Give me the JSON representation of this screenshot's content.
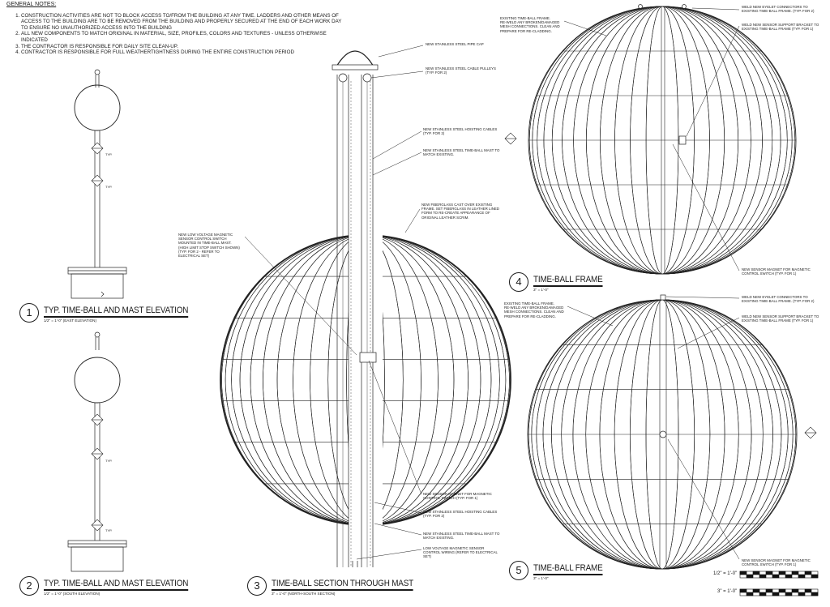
{
  "notes": {
    "header": "GENERAL NOTES:",
    "items": [
      "CONSTRUCTION ACTIVITIES ARE NOT TO BLOCK ACCESS TO/FROM THE BUILDING AT ANY TIME.  LADDERS AND OTHER MEANS OF ACCESS TO THE BUILDING ARE TO BE REMOVED FROM THE BUILDING AND PROPERLY SECURED AT THE END OF EACH WORK DAY TO ENSURE NO UNAUTHORIZED ACCESS INTO THE BUILDING",
      "ALL NEW COMPONENTS TO MATCH ORIGINAL IN MATERIAL, SIZE, PROFILES, COLORS AND TEXTURES - UNLESS OTHERWISE INDICATED",
      "THE CONTRACTOR IS RESPONSIBLE FOR DAILY SITE CLEAN-UP.",
      "CONTRACTOR IS RESPONSIBLE FOR FULL WEATHERTIGHTNESS DURING THE ENTIRE CONSTRUCTION PERIOD"
    ]
  },
  "details": {
    "d1": {
      "num": "1",
      "title": "TYP. TIME-BALL AND MAST ELEVATION",
      "scale": "1/2\" = 1'-0\"  (EAST ELEVATION)"
    },
    "d2": {
      "num": "2",
      "title": "TYP. TIME-BALL AND MAST ELEVATION",
      "scale": "1/2\" = 1'-0\"  (SOUTH ELEVATION)"
    },
    "d3": {
      "num": "3",
      "title": "TIME-BALL SECTION THROUGH MAST",
      "scale": "3\" = 1'-0\"  (NORTH-SOUTH SECTION)"
    },
    "d4": {
      "num": "4",
      "title": "TIME-BALL FRAME",
      "scale": "3\" = 1'-0\""
    },
    "d5": {
      "num": "5",
      "title": "TIME-BALL FRAME",
      "scale": "3\" = 1'-0\""
    }
  },
  "tags": {
    "typ": "TYP."
  },
  "labels": {
    "pipe_cap": "NEW STAINLESS STEEL PIPE CAP",
    "pulleys": "NEW STAINLESS STEEL CABLE PULLEYS\n(TYP. FOR 2)",
    "cables_top": "NEW STAINLESS STEEL HOISTING CABLES\n(TYP. FOR 2)",
    "mast_top": "NEW STAINLESS STEEL TIME-BALL MAST TO\nMATCH EXISTING.",
    "fiberglass": "NEW FIBERGLASS CAST OVER EXISTING\nFRAME.  SET FIBERGLASS IN LEATHER LINED\nFORM TO RE-CREATE APPEARANCE OF\nORIGINAL LEATHER SCRIM.",
    "low_voltage_switch": "NEW LOW VOLTAGE MAGNETIC\nSENSOR CONTROL SWITCH\nMOUNTED IN TIME-BALL MAST.\n(HIGH LIMIT STOP SWITCH SHOWN)\n(TYP. FOR 2 - REFER TO\nELECTRICAL SET)",
    "magnet_d3": "NEW SENSOR MAGNET FOR MAGNETIC\nCONTROL SWITCH (TYP. FOR 1)",
    "cables_bottom": "NEW STAINLESS STEEL HOISTING CABLES\n(TYP. FOR 2)",
    "mast_bottom": "NEW STAINLESS STEEL TIME-BALL MAST TO\nMATCH EXISTING.",
    "wiring": "LOW VOLTAGE MAGNETIC SENSOR\nCONTROL WIRING (REFER TO ELECTRICAL\nSET)",
    "frame_d4": "EXISTING TIME-BALL FRAME.\nRE-WELD ANY BROKEN/DAMAGED\nMESH CONNECTIONS.  CLEAN AND\nPREPARE FOR RE-CLADDING.",
    "eyelet_d4": "WELD NEW EYELET CONNECTORS TO\nEXISTING TIME-BALL FRAME. (TYP. FOR 2)",
    "bracket_d4": "WELD NEW SENSOR SUPPORT BRACKET TO\nEXISTING TIME-BALL FRAME (TYP. FOR 1)",
    "magnet_d4": "NEW SENSOR MAGNET FOR MAGNETIC\nCONTROL SWITCH (TYP. FOR 1)",
    "frame_d5": "EXISTING TIME-BALL FRAME.\nRE-WELD ANY BROKEN/DAMAGED\nMESH CONNECTIONS.  CLEAN AND\nPREPARE FOR RE-CLADDING.",
    "eyelet_d5": "WELD NEW EYELET CONNECTORS TO\nEXISTING TIME-BALL FRAME. (TYP. FOR 2)",
    "bracket_d5": "WELD NEW SENSOR SUPPORT BRACKET TO\nEXISTING TIME-BALL FRAME (TYP. FOR 1)",
    "magnet_d5": "NEW SENSOR MAGNET FOR MAGNETIC\nCONTROL SWITCH (TYP. FOR 1)"
  },
  "scale_bars": {
    "half_inch": "1/2\" = 1'-0\"",
    "three_inch": "3\" = 1'-0\""
  },
  "colors": {
    "ink": "#1a1a1a"
  }
}
